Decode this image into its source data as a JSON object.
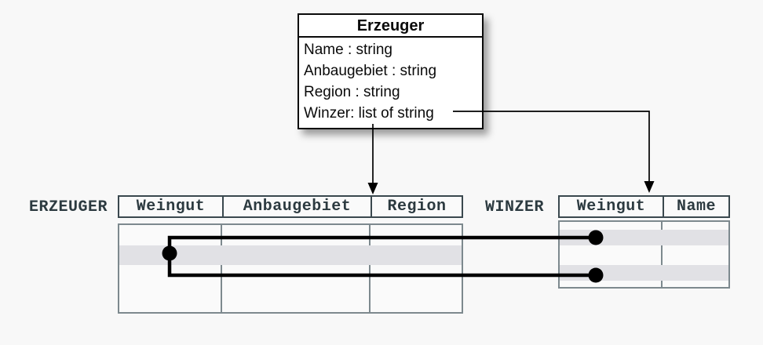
{
  "diagram": {
    "class_box": {
      "title": "Erzeuger",
      "attributes": [
        "Name : string",
        "Anbaugebiet : string",
        "Region : string",
        "Winzer: list of string"
      ]
    },
    "tables": {
      "erzeuger": {
        "label": "ERZEUGER",
        "columns": [
          "Weingut",
          "Anbaugebiet",
          "Region"
        ],
        "highlighted_rows": 1
      },
      "winzer": {
        "label": "WINZER",
        "columns": [
          "Weingut",
          "Name"
        ],
        "highlighted_rows": 2
      }
    },
    "colors": {
      "background": "#f8f8f8",
      "row_highlight": "#e1e1e5",
      "header_text": "#2c3a40",
      "header_border": "#3a484e",
      "body_border": "#7d898e",
      "connector": "#000000"
    }
  }
}
